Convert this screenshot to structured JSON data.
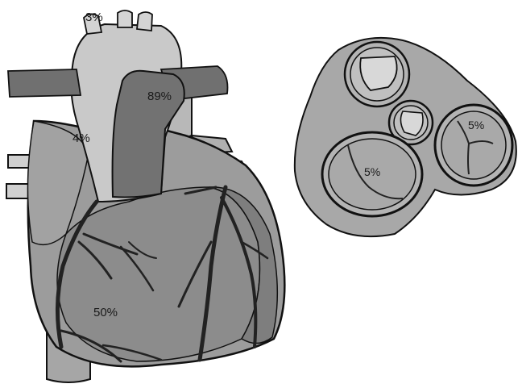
{
  "heart_labels": {
    "aorta_top": "3%",
    "pulmonary_artery": "89%",
    "ascending_aorta": "4%",
    "ventricle": "50%"
  },
  "valve_labels": {
    "right_valve": "5%",
    "left_valve": "5%"
  },
  "colors": {
    "outline": "#111111",
    "heart_mid": "#9a9a9a",
    "heart_light": "#c8c8c8",
    "heart_dark": "#6e6e6e",
    "valve_fill": "#a8a8a8",
    "valve_inner": "#b4b4b4"
  }
}
